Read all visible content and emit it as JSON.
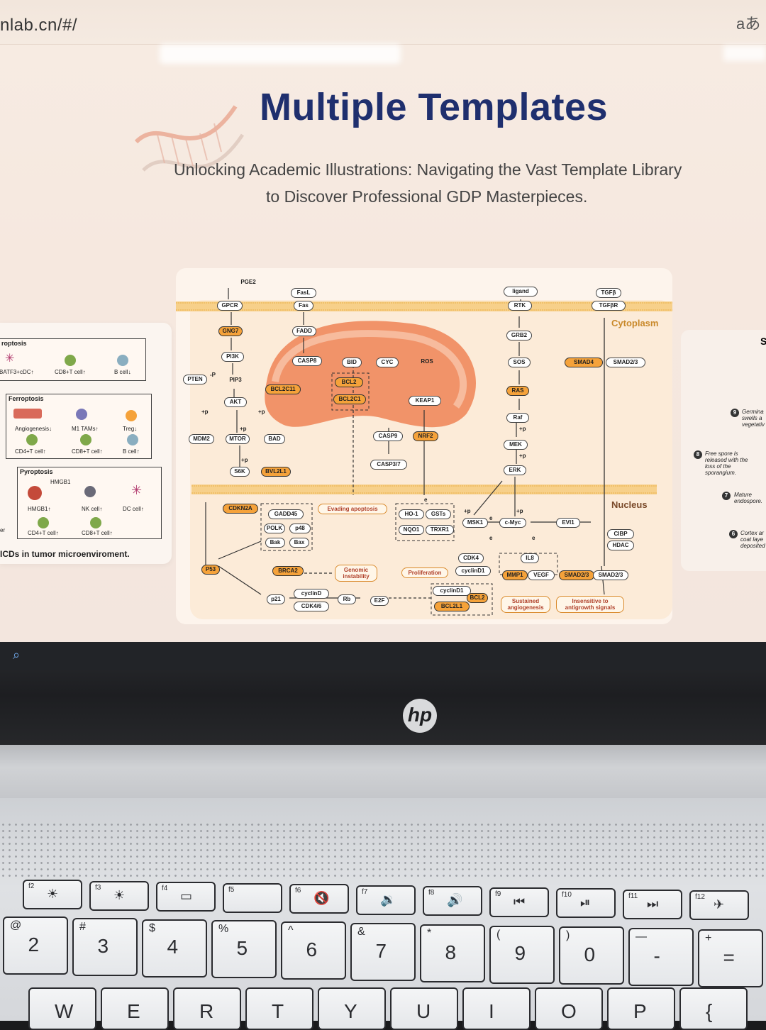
{
  "browser": {
    "url": "nlab.cn/#/",
    "translate_glyph": "aあ"
  },
  "hero": {
    "title": "Multiple Templates",
    "subtitle_line1": "Unlocking Academic Illustrations: Navigating the Vast Template Library",
    "subtitle_line2": "to Discover Professional GDP Masterpieces."
  },
  "left_card": {
    "sections": [
      {
        "title": "roptosis",
        "labels": [
          "BATF3+cDC↑",
          "CD8+T cell↑",
          "B cell↓"
        ]
      },
      {
        "title": "Ferroptosis",
        "labels": [
          "Angiogenesis↓",
          "M1 TAMs↑",
          "Treg↓",
          "CD4+T cell↑",
          "CD8+T cell↑",
          "B cell↑"
        ]
      },
      {
        "title": "Pyroptosis",
        "labels": [
          "HMGB1",
          "HMGB1↑",
          "NK cell↑",
          "DC cell↑",
          "CD4+T cell↑",
          "CD8+T cell↑"
        ]
      }
    ],
    "edge_text": "er",
    "caption": "ICDs in tumor microenviroment."
  },
  "right_card": {
    "edge_letter": "S",
    "notes": [
      {
        "num": "9",
        "text": "Germina swells a vegetativ"
      },
      {
        "num": "8",
        "text": "Free spore is released with the loss of the sporangium."
      },
      {
        "num": "7",
        "text": "Mature endospore."
      },
      {
        "num": "6",
        "text": "Cortex ar coat laye deposited"
      }
    ]
  },
  "diagram": {
    "region_labels": {
      "cytoplasm": "Cytoplasm",
      "nucleus": "Nucleus"
    },
    "nodes": {
      "pge2": "PGE2",
      "gpcr": "GPCR",
      "gng7": "GNG7",
      "pi3k": "PI3K",
      "pten": "PTEN",
      "pip3": "PIP3",
      "akt": "AKT",
      "mdm2": "MDM2",
      "mtor": "MTOR",
      "bad": "BAD",
      "s6k": "S6K",
      "bvl2l1": "BVL2L1",
      "fasl": "FasL",
      "fas": "Fas",
      "fadd": "FADD",
      "casp8": "CASP8",
      "bid": "BID",
      "cyc": "CYC",
      "ros": "ROS",
      "bcl2": "BCL2",
      "bcl2c1": "BCL2C1",
      "bcl2c11": "BCL2C11",
      "keap1": "KEAP1",
      "casp9": "CASP9",
      "nrf2": "NRF2",
      "casp37": "CASP3/7",
      "ligand": "ligand",
      "rtk": "RTK",
      "grb2": "GRB2",
      "sos": "SOS",
      "ras": "RAS",
      "raf": "Raf",
      "mek": "MEK",
      "erk": "ERK",
      "tgfb": "TGFβ",
      "tgfbr": "TGFβR",
      "smad4": "SMAD4",
      "smad23": "SMAD2/3",
      "cdkn2a": "CDKN2A",
      "gadd45": "GADD45",
      "polk": "POLK",
      "p48": "p48",
      "bak": "Bak",
      "bax": "Bax",
      "evading": "Evading apoptosis",
      "ho1": "HO-1",
      "gsts": "GSTs",
      "nqo1": "NQO1",
      "trxr1": "TRXR1",
      "msk1": "MSK1",
      "cmyc": "c-Myc",
      "evi1": "EVI1",
      "cibp": "CIBP",
      "hdac": "HDAC",
      "p53": "P53",
      "brca2": "BRCA2",
      "genomic": "Genomic instability",
      "proliferation": "Proliferation",
      "cdk4": "CDK4",
      "cyclind1": "cyclinD1",
      "il8": "IL8",
      "mmp1": "MMP1",
      "vegf": "VEGF",
      "smad23n": "SMAD2/3",
      "smad23n2": "SMAD2/3",
      "cyclind": "cyclinD",
      "cdk46": "CDK4/6",
      "p21": "p21",
      "rb": "Rb",
      "e2f": "E2F",
      "cyclind1b": "cyclinD1",
      "bcl2b": "BCL2",
      "bcl2l1": "BCL2L1",
      "angiogenesis": "Sustained angiogenesis",
      "insensitive": "Insensitive to antigrowth signals",
      "p": "+p",
      "pneg": "-P",
      "e": "e"
    }
  },
  "laptop": {
    "brand": "hp",
    "fkeys": [
      {
        "top": "f2",
        "main": "☀"
      },
      {
        "top": "f3",
        "main": "☀"
      },
      {
        "top": "f4",
        "main": "▭"
      },
      {
        "top": "f5",
        "main": ""
      },
      {
        "top": "f6",
        "main": "🔇"
      },
      {
        "top": "f7",
        "main": "🔉"
      },
      {
        "top": "f8",
        "main": "🔊"
      },
      {
        "top": "f9",
        "main": "⏮"
      },
      {
        "top": "f10",
        "main": "⏯"
      },
      {
        "top": "f11",
        "main": "⏭"
      },
      {
        "top": "f12",
        "main": "✈"
      }
    ],
    "numkeys": [
      {
        "top": "@",
        "main": "2"
      },
      {
        "top": "#",
        "main": "3"
      },
      {
        "top": "$",
        "main": "4"
      },
      {
        "top": "%",
        "main": "5"
      },
      {
        "top": "^",
        "main": "6"
      },
      {
        "top": "&",
        "main": "7"
      },
      {
        "top": "*",
        "main": "8"
      },
      {
        "top": "(",
        "main": "9"
      },
      {
        "top": ")",
        "main": "0"
      },
      {
        "top": "—",
        "main": "-"
      },
      {
        "top": "+",
        "main": "="
      }
    ],
    "letterkeys": [
      "W",
      "E",
      "R",
      "T",
      "Y",
      "U",
      "I",
      "O",
      "P",
      "{"
    ]
  }
}
